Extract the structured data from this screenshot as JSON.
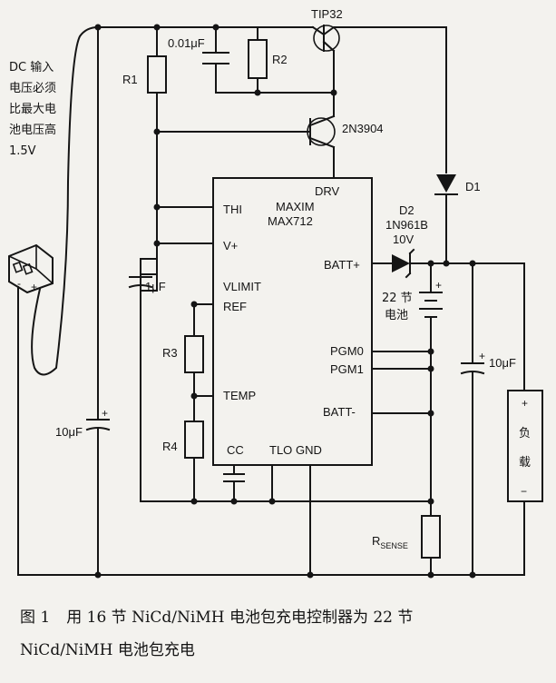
{
  "schematic": {
    "dc_note": [
      "DC 输入",
      "电压必须",
      "比最大电",
      "池电压高",
      "1.5V"
    ],
    "adapter_polarity": {
      "positive": "+",
      "negative": "-"
    },
    "components": {
      "q1": "TIP32",
      "q2": "2N3904",
      "c_bypass": "0.01μF",
      "r1": "R1",
      "r2": "R2",
      "c_v": "1μF",
      "c_in": "10μF",
      "r3": "R3",
      "r4": "R4",
      "d1": "D1",
      "d2_ref": "D2",
      "d2_part": "1N961B",
      "d2_voltage": "10V",
      "battery_line1": "22 节",
      "battery_line2": "电池",
      "c_out": "10μF",
      "load_line1": "负",
      "load_line2": "载",
      "rsense_main": "R",
      "rsense_sub": "SENSE"
    },
    "ic": {
      "maker": "MAXIM",
      "part": "MAX712",
      "pins": {
        "drv": "DRV",
        "thi": "THI",
        "vplus": "V+",
        "vlimit": "VLIMIT",
        "ref": "REF",
        "temp": "TEMP",
        "cc": "CC",
        "tlo": "TLO",
        "gnd": "GND",
        "batt_plus": "BATT+",
        "pgm0": "PGM0",
        "pgm1": "PGM1",
        "batt_minus": "BATT-"
      }
    },
    "polarity_marks": {
      "plus": "+",
      "minus": "−"
    }
  },
  "caption": {
    "figure": "图 1",
    "line1": "用 16 节 NiCd/NiMH 电池包充电控制器为 22 节",
    "line2": "NiCd/NiMH 电池包充电"
  }
}
